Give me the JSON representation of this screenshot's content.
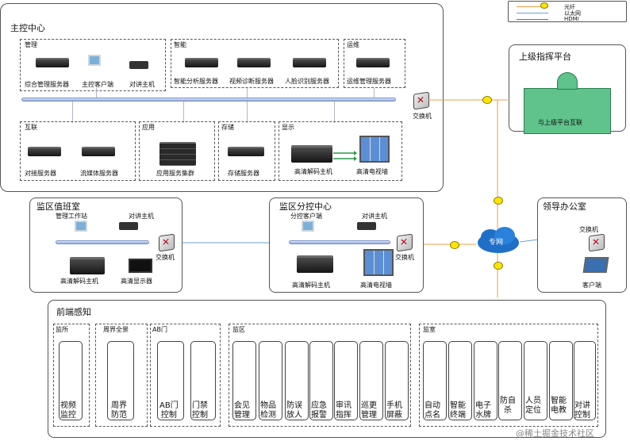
{
  "legend": {
    "fiber": "光纤",
    "ethernet": "以太网",
    "hdmi": "HDMI",
    "colors": {
      "fiber": "#e8a040",
      "ethernet": "#6fa0d8",
      "hdmi": "#2a9a4a"
    }
  },
  "main_center": {
    "title": "主控中心",
    "groups": {
      "manage": "管理",
      "smart": "智能",
      "ops": "运维",
      "interconnect": "互联",
      "apps": "应用",
      "storage": "存储",
      "display": "显示"
    },
    "devices": {
      "integrated_server": "综合管理服务器",
      "main_client": "主控客户端",
      "intercom_host": "对讲主机",
      "smart_analysis": "智能分析服务器",
      "video_diag": "视频诊断服务器",
      "face_server": "人脸识别服务器",
      "ops_server": "运维管理服务器",
      "docking_server": "对接服务器",
      "streaming_server": "流媒体服务器",
      "app_cluster": "应用服务集群",
      "storage_server": "存储服务器",
      "hd_decoder": "高清解码主机",
      "hd_wall": "高清电视墙",
      "switch": "交换机"
    }
  },
  "superior": {
    "title": "上级指挥平台",
    "caption": "与上级平台互联"
  },
  "duty_room": {
    "title": "监区值班室",
    "devices": {
      "workstation": "管理工作站",
      "intercom": "对讲主机",
      "switch": "交换机",
      "decoder": "高清解码主机",
      "display": "高清显示器"
    }
  },
  "branch_center": {
    "title": "监区分控中心",
    "devices": {
      "client": "分控客户端",
      "intercom": "对讲主机",
      "switch": "交换机",
      "decoder": "高清解码主机",
      "wall": "高清电视墙"
    }
  },
  "private_net": "专网",
  "leader_office": {
    "title": "领导办公室",
    "switch": "交换机",
    "client": "客户端"
  },
  "front": {
    "title": "前端感知",
    "sections": {
      "prison": "监所",
      "perimeter": "周界全景",
      "ab_door": "AB门",
      "area": "监区",
      "cell": "监室"
    },
    "items": {
      "video": "视频\n监控",
      "perimeter_guard": "周界\n防范",
      "ab_control": "AB门\n控制",
      "door_control": "门禁\n控制",
      "meeting": "会见\n管理",
      "goods_check": "物品\n检测",
      "anti_release": "防误\n放人",
      "emergency": "应急\n报警",
      "interrogation": "审讯\n指挥",
      "patrol": "巡更\n管理",
      "phone_shield": "手机\n屏蔽",
      "auto_rollcall": "自动\n点名",
      "smart_terminal": "智能\n终端",
      "e_card": "电子\n水牌",
      "anti_suicide": "防自\n杀",
      "positioning": "人员\n定位",
      "smart_power": "智能\n电教",
      "intercom_ctrl": "对讲\n控制"
    }
  },
  "watermark": "@稀土掘金技术社区"
}
